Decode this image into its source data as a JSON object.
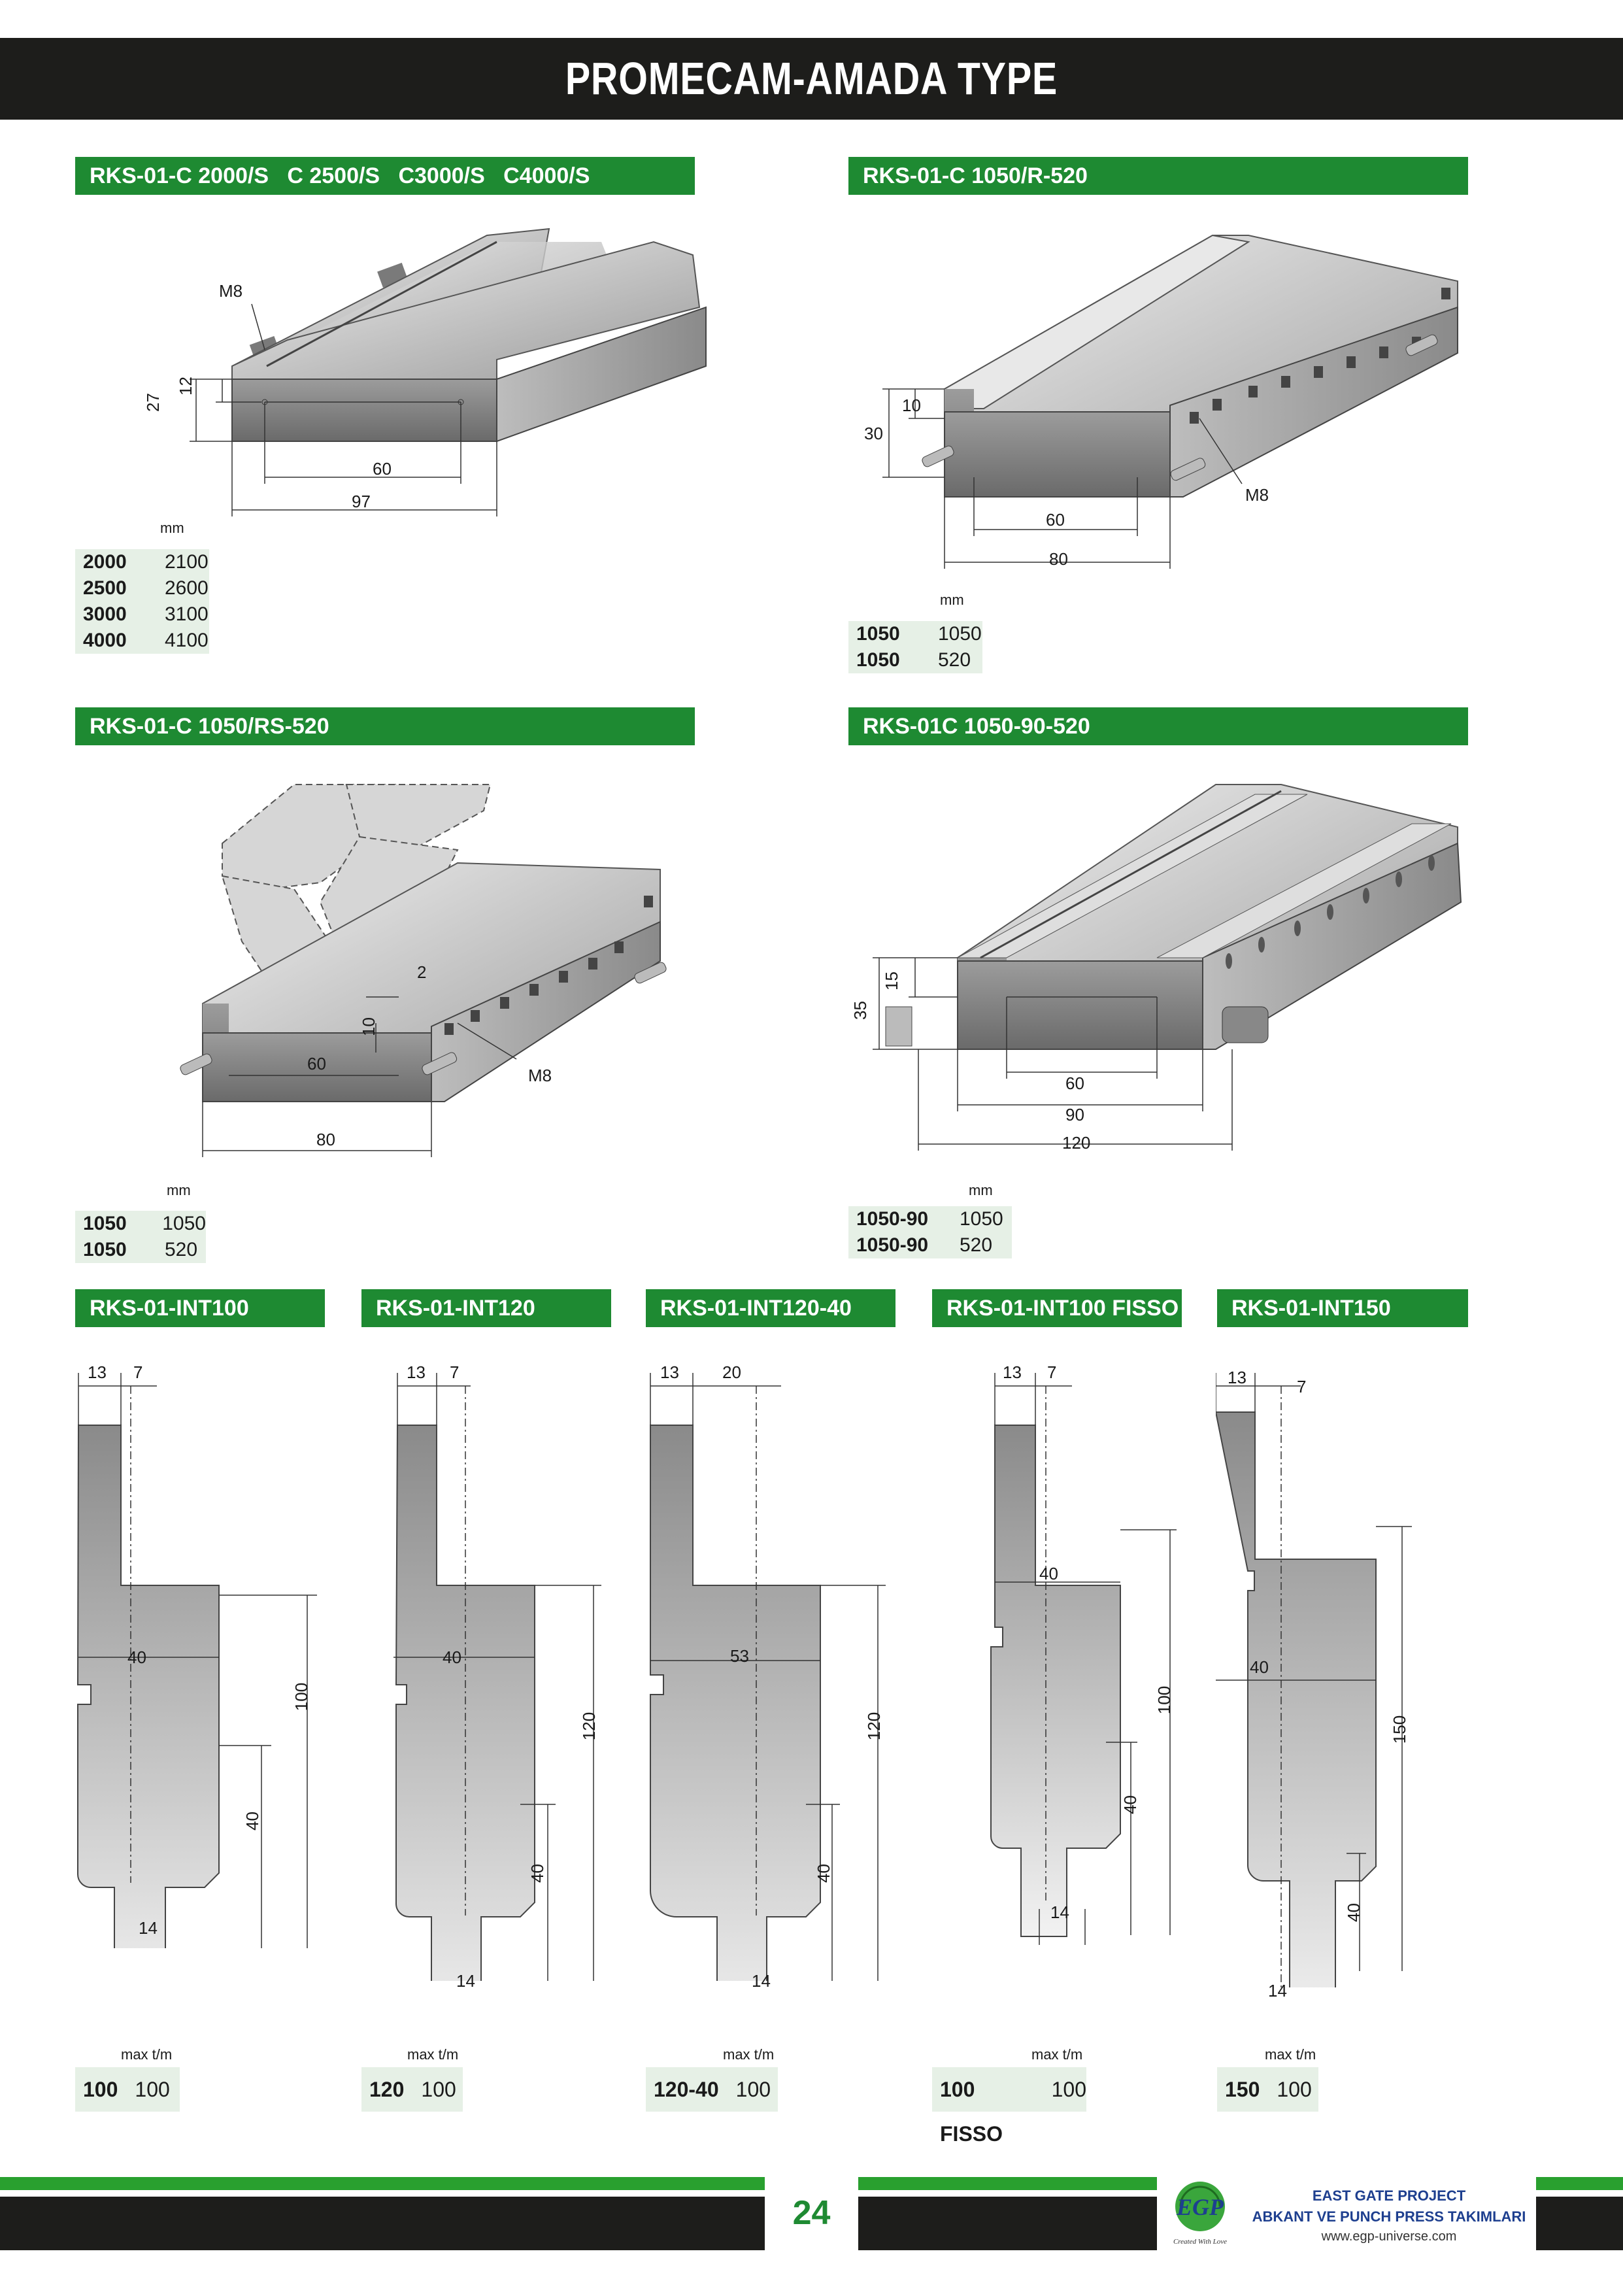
{
  "title": "PROMECAM-AMADA TYPE",
  "sections": {
    "s1": {
      "header": "RKS-01-C 2000/S   C 2500/S   C3000/S   C4000/S",
      "unit": "mm",
      "rows": [
        [
          "2000",
          "2100"
        ],
        [
          "2500",
          "2600"
        ],
        [
          "3000",
          "3100"
        ],
        [
          "4000",
          "4100"
        ]
      ],
      "labels": {
        "m8": "M8",
        "h27": "27",
        "h12": "12",
        "w60": "60",
        "w97": "97"
      }
    },
    "s2": {
      "header": "RKS-01-C 1050/R-520",
      "unit": "mm",
      "rows": [
        [
          "1050",
          "1050"
        ],
        [
          "1050",
          "520"
        ]
      ],
      "labels": {
        "m8": "M8",
        "h10": "10",
        "h30": "30",
        "w60": "60",
        "w80": "80"
      }
    },
    "s3": {
      "header": "RKS-01-C 1050/RS-520",
      "unit": "mm",
      "rows": [
        [
          "1050",
          "1050"
        ],
        [
          "1050",
          "520"
        ]
      ],
      "labels": {
        "m8": "M8",
        "d2": "2",
        "h10": "10",
        "w60": "60",
        "w80": "80"
      }
    },
    "s4": {
      "header": "RKS-01C 1050-90-520",
      "unit": "mm",
      "rows": [
        [
          "1050-90",
          "1050"
        ],
        [
          "1050-90",
          "520"
        ]
      ],
      "labels": {
        "h15": "15",
        "h35": "35",
        "w60": "60",
        "w90": "90",
        "w120": "120"
      }
    },
    "int": [
      {
        "header": "RKS-01-INT100",
        "unit": "max t/m",
        "c1": "100",
        "c2": "100",
        "a": "13",
        "b": "7",
        "w": "40",
        "h": "100",
        "s": "40",
        "t": "14"
      },
      {
        "header": "RKS-01-INT120",
        "unit": "max t/m",
        "c1": "120",
        "c2": "100",
        "a": "13",
        "b": "7",
        "w": "40",
        "h": "120",
        "s": "40",
        "t": "14"
      },
      {
        "header": "RKS-01-INT120-40",
        "unit": "max t/m",
        "c1": "120-40",
        "c2": "100",
        "a": "13",
        "b": "20",
        "w": "53",
        "h": "120",
        "s": "40",
        "t": "14"
      },
      {
        "header": "RKS-01-INT100 FISSO",
        "unit": "max t/m",
        "c1": "100 FISSO",
        "c2": "100",
        "a": "13",
        "b": "7",
        "w": "40",
        "h": "100",
        "s": "40",
        "t": "14"
      },
      {
        "header": "RKS-01-INT150",
        "unit": "max t/m",
        "c1": "150",
        "c2": "100",
        "a": "13",
        "b": "7",
        "w": "40",
        "h": "150",
        "s": "40",
        "t": "14"
      }
    ]
  },
  "footer": {
    "page": "24",
    "company": "EAST GATE PROJECT",
    "subtitle": "ABKANT VE PUNCH PRESS TAKIMLARI",
    "url": "www.egp-universe.com",
    "logo_text": "EGP",
    "tagline": "Created With Love"
  },
  "colors": {
    "green": "#1e8a32",
    "dark": "#1d1d1b",
    "table_bg": "#e6f0e6"
  }
}
